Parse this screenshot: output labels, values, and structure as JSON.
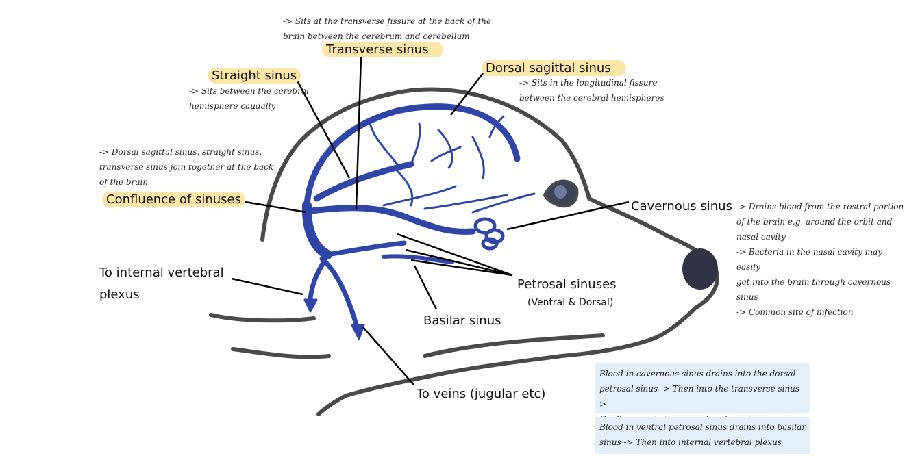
{
  "colors": {
    "vein": "#2f45a8",
    "outline": "#4a4a4a",
    "highlight": "#fde7a8",
    "note_box": "#e3f0fb",
    "leader": "#000000"
  },
  "labels": {
    "transverse": "Transverse sinus",
    "straight": "Straight sinus",
    "dorsal_sagittal": "Dorsal sagittal sinus",
    "confluence": "Confluence of sinuses",
    "cavernous": "Cavernous sinus",
    "internal_vertebral_line1": "To internal vertebral",
    "internal_vertebral_line2": "plexus",
    "petrosal": "Petrosal sinuses",
    "petrosal_sub": "(Ventral & Dorsal)",
    "basilar": "Basilar sinus",
    "to_veins": "To veins (jugular etc)"
  },
  "notes": {
    "transverse_1": "-> Sits at the transverse fissure at the back of the",
    "transverse_2": "brain between the cerebrum and cerebellum",
    "straight_1": "-> Sits between the cerebral",
    "straight_2": "hemisphere caudally",
    "dorsal_sagittal_1": "-> Sits in the longitudinal fissure",
    "dorsal_sagittal_2": "between the cerebral hemispheres",
    "confluence_1": "-> Dorsal sagittal sinus, straight sinus,",
    "confluence_2": "transverse sinus join together at the back",
    "confluence_3": "of the brain",
    "cavernous_1": "-> Drains blood from the rostral portion",
    "cavernous_2": "of the brain e.g. around the orbit and",
    "cavernous_3": "nasal cavity",
    "cavernous_4": "-> Bacteria in the nasal cavity may easily",
    "cavernous_5": "get into the brain through cavernous sinus",
    "cavernous_6": "-> Common site of infection"
  },
  "boxes": {
    "box1_1": "Blood in cavernous sinus drains into the dorsal",
    "box1_2": "petrosal sinus -> Then into the transverse sinus ->",
    "box1_3": "Confluence of sinuses -> Jugular vein",
    "box2_1": "Blood in ventral petrosal sinus drains into basilar",
    "box2_2": "sinus -> Then into internal vertebral plexus"
  }
}
